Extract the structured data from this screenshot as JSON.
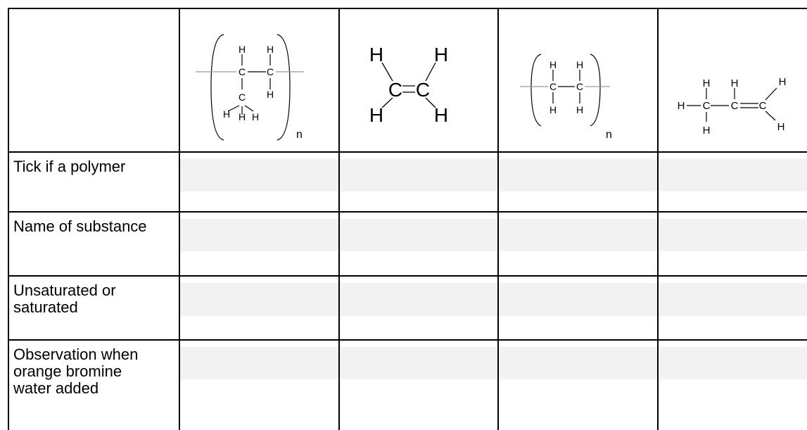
{
  "table": {
    "row_labels": [
      "Tick if a polymer",
      "Name of substance",
      "Unsaturated or saturated",
      "Observation when orange bromine water added"
    ],
    "formulas": [
      {
        "name": "polypropene-structure",
        "atoms": [
          "H",
          "H",
          "C",
          "C",
          "C",
          "H",
          "H",
          "H",
          "H"
        ],
        "subscript": "n"
      },
      {
        "name": "ethene-structure",
        "atoms": [
          "H",
          "H",
          "C",
          "C",
          "H",
          "H"
        ]
      },
      {
        "name": "polyethene-structure",
        "atoms": [
          "H",
          "H",
          "C",
          "C",
          "H",
          "H"
        ],
        "subscript": "n"
      },
      {
        "name": "propene-structure",
        "atoms": [
          "H",
          "H",
          "H",
          "C",
          "C",
          "C",
          "H",
          "H",
          "H"
        ]
      }
    ]
  }
}
